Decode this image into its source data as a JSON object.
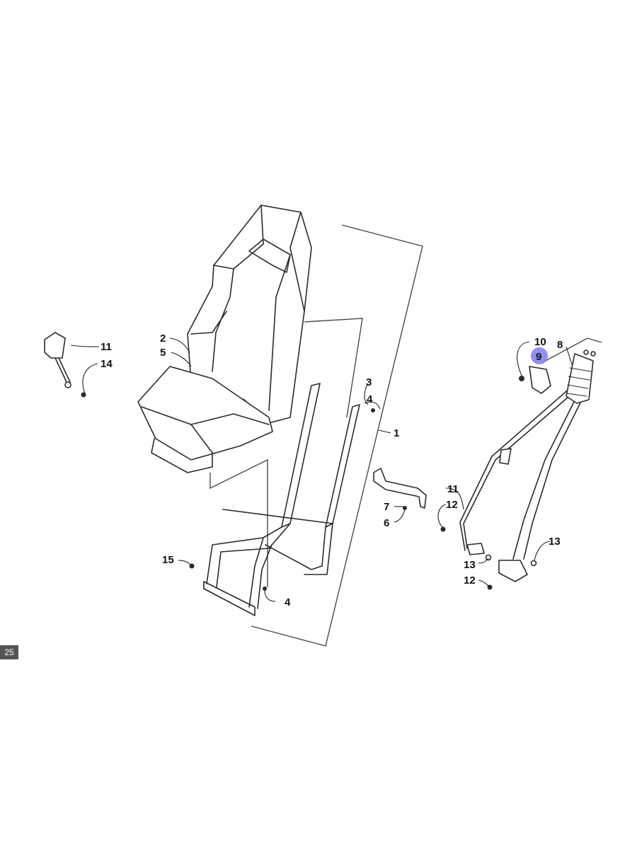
{
  "callouts": {
    "c1": "1",
    "c2": "2",
    "c3": "3",
    "c4a": "4",
    "c4b": "4",
    "c5": "5",
    "c6": "6",
    "c7": "7",
    "c8": "8",
    "c9": "9",
    "c10": "10",
    "c11a": "11",
    "c11b": "11",
    "c12a": "12",
    "c12b": "12",
    "c13a": "13",
    "c13b": "13",
    "c14": "14",
    "c15": "15"
  },
  "page_tag": "25",
  "highlight_color": "#7b7ef0"
}
